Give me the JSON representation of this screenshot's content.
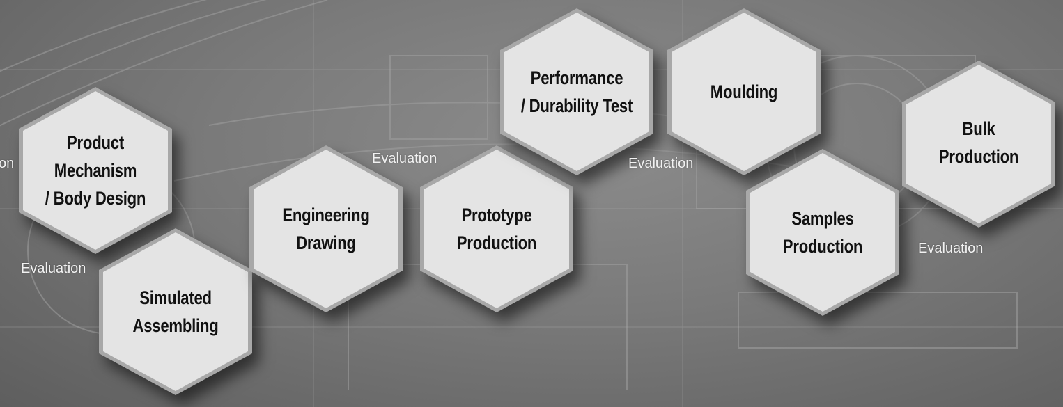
{
  "steps": [
    {
      "id": "product-mechanism",
      "label": "Product\nMechanism\n/ Body Design"
    },
    {
      "id": "simulated-assembling",
      "label": "Simulated\nAssembling"
    },
    {
      "id": "engineering-drawing",
      "label": "Engineering\nDrawing"
    },
    {
      "id": "prototype-production",
      "label": "Prototype\nProduction"
    },
    {
      "id": "performance-durability-test",
      "label": "Performance\n/ Durability Test"
    },
    {
      "id": "moulding",
      "label": "Moulding"
    },
    {
      "id": "samples-production",
      "label": "Samples\nProduction"
    },
    {
      "id": "bulk-production",
      "label": "Bulk\nProduction"
    }
  ],
  "evaluation_labels": [
    "on",
    "Evaluation",
    "Evaluation",
    "Evaluation",
    "Evaluation"
  ],
  "colors": {
    "hex_face": "#e4e4e4",
    "hex_edge": "#a8a8a8",
    "label_text": "#111111",
    "eval_text": "#f2f2f2"
  }
}
